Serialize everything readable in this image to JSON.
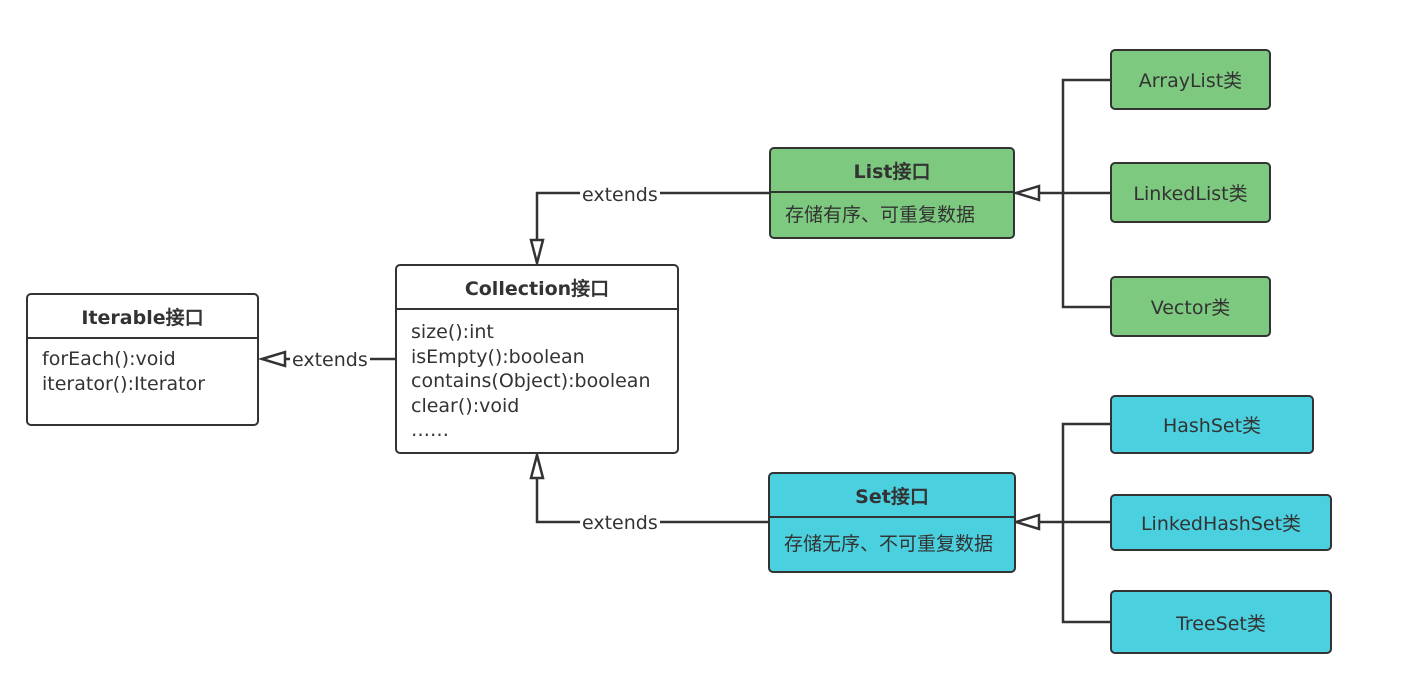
{
  "colors": {
    "list_green": "#7dc97f",
    "set_cyan": "#4bd0e0",
    "line": "#333333",
    "white": "#ffffff"
  },
  "iterable": {
    "title": "Iterable接口",
    "members": [
      "forEach():void",
      "iterator():Iterator"
    ]
  },
  "collection": {
    "title": "Collection接口",
    "members": [
      "size():int",
      "isEmpty():boolean",
      "contains(Object):boolean",
      "clear():void",
      "……"
    ]
  },
  "list": {
    "title": "List接口",
    "description": "存储有序、可重复数据",
    "classes": [
      "ArrayList类",
      "LinkedList类",
      "Vector类"
    ]
  },
  "set": {
    "title": "Set接口",
    "description": "存储无序、不可重复数据",
    "classes": [
      "HashSet类",
      "LinkedHashSet类",
      "TreeSet类"
    ]
  },
  "edges": {
    "collection_to_iterable": "extends",
    "list_to_collection": "extends",
    "set_to_collection": "extends"
  }
}
